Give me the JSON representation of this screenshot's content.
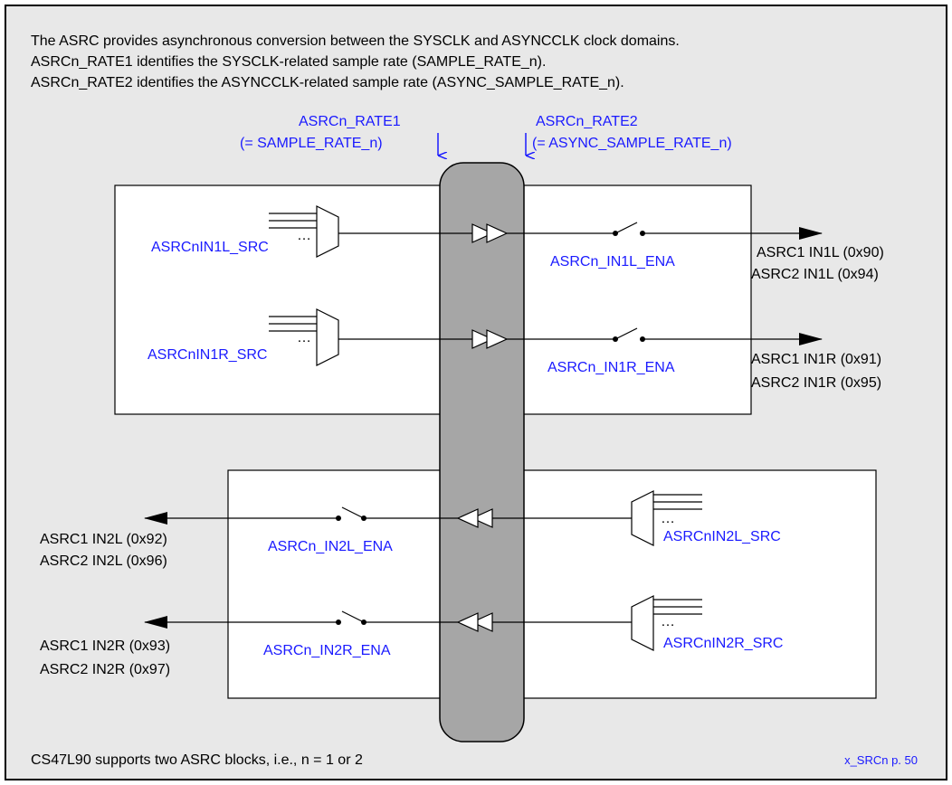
{
  "intro": {
    "line1": "The ASRC provides asynchronous conversion between the SYSCLK and ASYNCCLK clock domains.",
    "line2": "ASRCn_RATE1 identifies the SYSCLK-related sample rate (SAMPLE_RATE_n).",
    "line3": "ASRCn_RATE2 identifies the ASYNCCLK-related sample rate (ASYNC_SAMPLE_RATE_n)."
  },
  "rate1": {
    "name": "ASRCn_RATE1",
    "alias": "(= SAMPLE_RATE_n)"
  },
  "rate2": {
    "name": "ASRCn_RATE2",
    "alias": "(= ASYNC_SAMPLE_RATE_n)"
  },
  "paths": {
    "in1l": {
      "src": "ASRCnIN1L_SRC",
      "ena": "ASRCn_IN1L_ENA",
      "out1": "ASRC1 IN1L (0x90)",
      "out2": "ASRC2 IN1L (0x94)"
    },
    "in1r": {
      "src": "ASRCnIN1R_SRC",
      "ena": "ASRCn_IN1R_ENA",
      "out1": "ASRC1 IN1R (0x91)",
      "out2": "ASRC2 IN1R (0x95)"
    },
    "in2l": {
      "src": "ASRCnIN2L_SRC",
      "ena": "ASRCn_IN2L_ENA",
      "out1": "ASRC1 IN2L (0x92)",
      "out2": "ASRC2 IN2L (0x96)"
    },
    "in2r": {
      "src": "ASRCnIN2R_SRC",
      "ena": "ASRCn_IN2R_ENA",
      "out1": "ASRC1 IN2R (0x93)",
      "out2": "ASRC2 IN2R (0x97)"
    }
  },
  "mux_ellipsis": "…",
  "footer": {
    "note": "CS47L90 supports two ASRC blocks, i.e., n = 1 or 2",
    "ref": "x_SRCn p. 50"
  },
  "colors": {
    "background": "#e8e8e8",
    "label_blue": "#1a1aff",
    "bus_gray": "#a6a6a6",
    "line": "#000000"
  }
}
